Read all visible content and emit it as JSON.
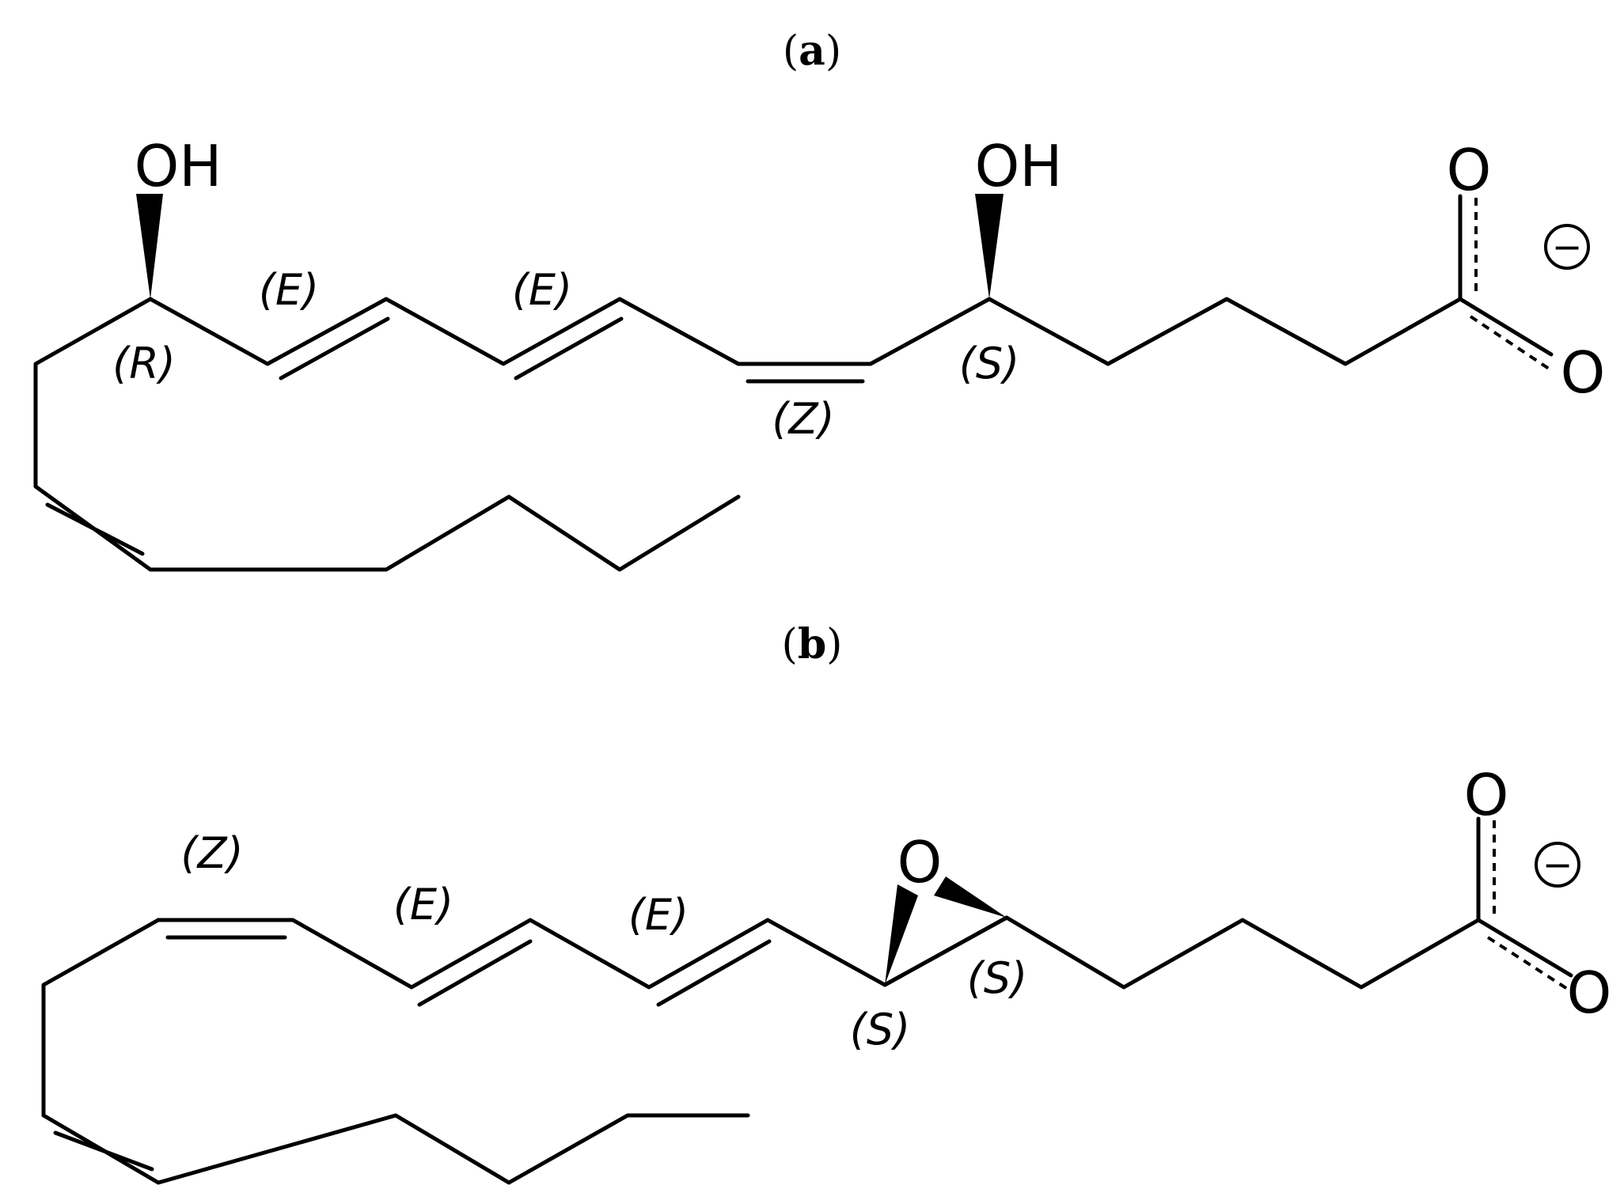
{
  "panels": [
    {
      "label": "a",
      "atoms": {
        "hydroxyl_left": "OH",
        "hydroxyl_right": "OH",
        "oxygen_top": "O",
        "oxygen_bottom": "O"
      },
      "stereo": {
        "r_center": "(R)",
        "e_first": "(E)",
        "e_second": "(E)",
        "z_bond": "(Z)",
        "s_center": "(S)"
      },
      "charge": "−"
    },
    {
      "label": "b",
      "atoms": {
        "epoxide_oxygen": "O",
        "oxygen_top": "O",
        "oxygen_bottom": "O"
      },
      "stereo": {
        "z_bond": "(Z)",
        "e_first": "(E)",
        "e_second": "(E)",
        "s_left": "(S)",
        "s_right": "(S)"
      },
      "charge": "−"
    }
  ]
}
